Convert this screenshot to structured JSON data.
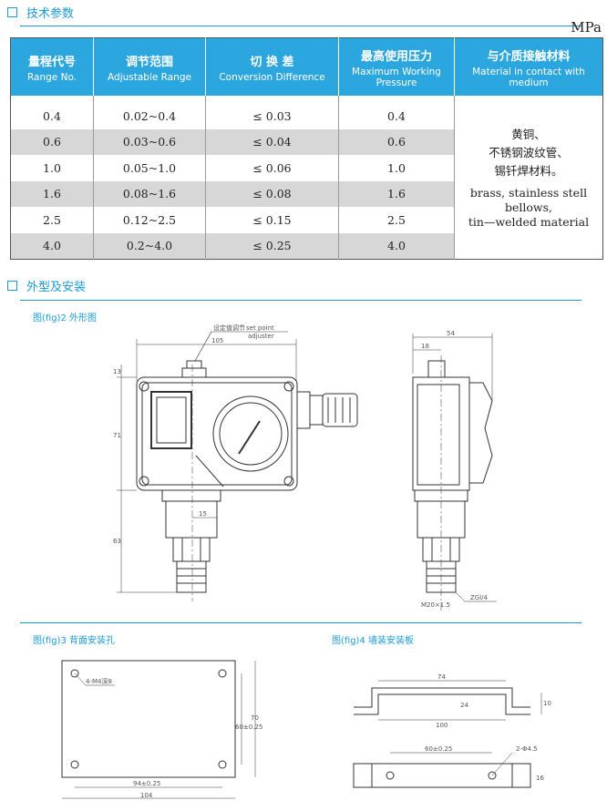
{
  "sections": {
    "tech_params": "技术参数",
    "outline_install": "外型及安装"
  },
  "unit": "MPa",
  "table": {
    "headers": [
      {
        "cn": "量程代号",
        "en": "Range No."
      },
      {
        "cn": "调节范围",
        "en": "Adjustable Range"
      },
      {
        "cn": "切 换 差",
        "en": "Conversion Difference"
      },
      {
        "cn": "最高使用压力",
        "en": "Maximum Working Pressure"
      },
      {
        "cn": "与介质接触材料",
        "en": "Material in contact with medium"
      }
    ],
    "rows": [
      {
        "range": "0.4",
        "adjustable": "0.02~0.4",
        "difference": "≤ 0.03",
        "max_pressure": "0.4"
      },
      {
        "range": "0.6",
        "adjustable": "0.03~0.6",
        "difference": "≤ 0.04",
        "max_pressure": "0.6"
      },
      {
        "range": "1.0",
        "adjustable": "0.05~1.0",
        "difference": "≤ 0.06",
        "max_pressure": "1.0"
      },
      {
        "range": "1.6",
        "adjustable": "0.08~1.6",
        "difference": "≤ 0.08",
        "max_pressure": "1.6"
      },
      {
        "range": "2.5",
        "adjustable": "0.12~2.5",
        "difference": "≤ 0.15",
        "max_pressure": "2.5"
      },
      {
        "range": "4.0",
        "adjustable": "0.2~4.0",
        "difference": "≤ 0.25",
        "max_pressure": "4.0"
      }
    ],
    "material_cn": [
      "黄铜、",
      "不锈钢波纹管、",
      "锡钎焊材料。"
    ],
    "material_en": [
      "brass, stainless stell bellows,",
      "tin—welded material"
    ]
  },
  "figures": {
    "fig2": {
      "caption": "图(fig)2  外形图",
      "adjuster_label_cn": "设定值调节",
      "adjuster_label_en": "set point",
      "adjuster_label_en2": "adjuster",
      "dims": {
        "width_top": "105",
        "top_small": "13",
        "height_main": "71",
        "height_lower": "63",
        "inner": "15",
        "side_width": "54",
        "side_small": "18",
        "thread": "M20×1.5",
        "pipe": "ZGl/4"
      }
    },
    "fig3": {
      "caption": "图(fig)3  背面安装孔",
      "hole_label": "4-M4深8",
      "dims": {
        "inner_width": "94±0.25",
        "outer_width": "104",
        "inner_height": "60±0.25",
        "outer_height": "70"
      }
    },
    "fig4": {
      "caption": "图(fig)4  墙装安装板",
      "dims": {
        "top": "74",
        "bottom": "100",
        "depth": "24",
        "height": "10",
        "hole_spacing": "60±0.25",
        "holes": "2-Φ4.5",
        "plate_h": "16"
      }
    }
  }
}
